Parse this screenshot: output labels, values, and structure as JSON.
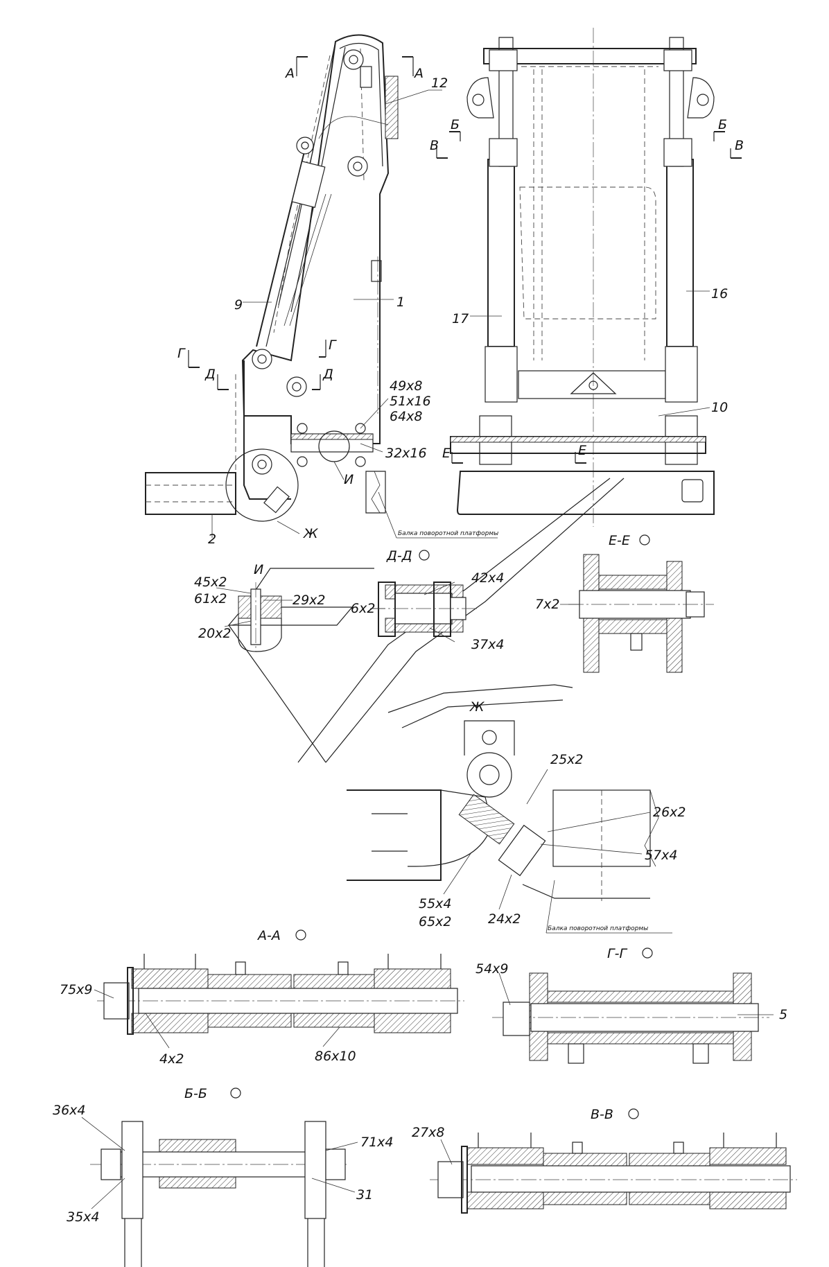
{
  "main_view": {
    "label_A_left": "А",
    "label_A_right": "А",
    "label_12": "12",
    "label_9": "9",
    "label_1": "1",
    "label_G": "Г",
    "label_G2": "Г",
    "label_D": "Д",
    "label_D2": "Д",
    "label_49x8": "49х8",
    "label_51x16": "51х16",
    "label_64x8": "64х8",
    "label_32x16": "32х16",
    "label_I": "И",
    "label_2": "2",
    "label_Zh": "Ж",
    "platform_beam": "Балка поворотной платформы"
  },
  "front_view": {
    "label_B_left": "Б",
    "label_B_right": "Б",
    "label_V_left": "В",
    "label_V_right": "В",
    "label_16": "16",
    "label_17": "17",
    "label_10": "10",
    "label_E_left": "Е",
    "label_E_right": "Е"
  },
  "detail_I": {
    "title": "И",
    "label_45x2": "45х2",
    "label_61x2": "61х2",
    "label_29x2": "29х2",
    "label_20x2": "20х2"
  },
  "section_DD": {
    "title": "Д-Д",
    "label_42x4": "42х4",
    "label_6x2": "6х2",
    "label_37x4": "37х4"
  },
  "section_EE": {
    "title": "Е-Е",
    "label_7x2": "7х2"
  },
  "detail_Zh": {
    "title": "Ж",
    "label_25x2": "25х2",
    "label_26x2": "26х2",
    "label_57x4": "57х4",
    "label_55x4": "55х4",
    "label_65x2": "65х2",
    "label_24x2": "24х2",
    "platform_beam": "Балка поворотной платформы"
  },
  "section_AA": {
    "title": "А-А",
    "label_75x9": "75х9",
    "label_4x2": "4х2",
    "label_86x10": "86х10"
  },
  "section_GG": {
    "title": "Г-Г",
    "label_54x9": "54х9",
    "label_5": "5"
  },
  "section_BB": {
    "title": "Б-Б",
    "label_36x4": "36х4",
    "label_71x4": "71х4",
    "label_35x4": "35х4",
    "label_31": "31"
  },
  "section_VV": {
    "title": "В-В",
    "label_27x8": "27х8"
  }
}
